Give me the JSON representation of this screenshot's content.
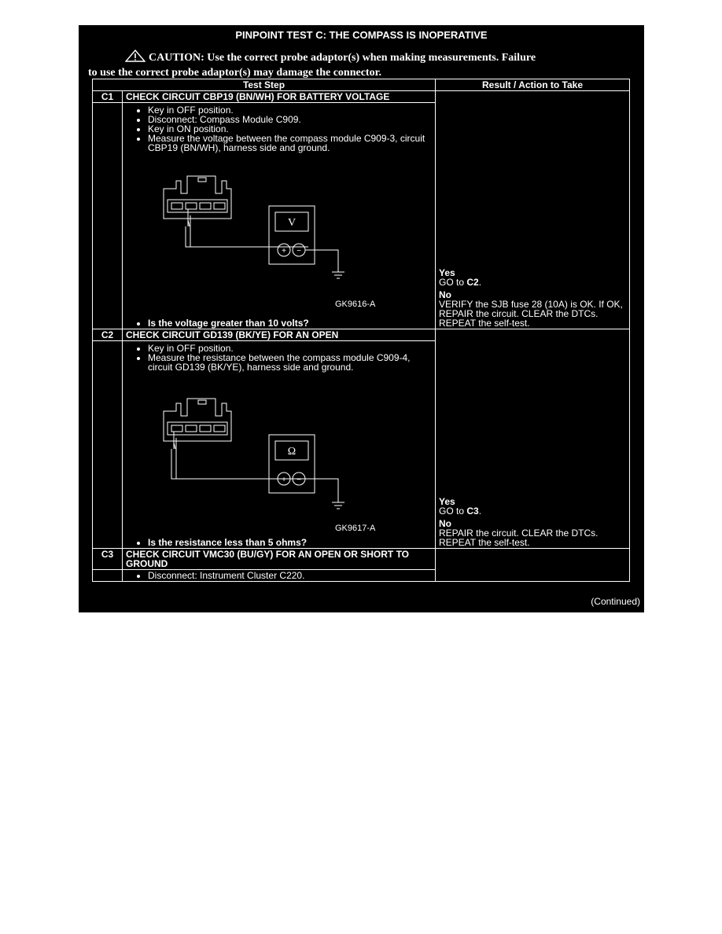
{
  "title": "PINPOINT TEST C: THE COMPASS IS INOPERATIVE",
  "caution": {
    "line1": "CAUTION: Use the correct probe adaptor(s) when making measurements. Failure",
    "line2": "to use the correct probe adaptor(s) may damage the connector."
  },
  "table": {
    "header_step": "Test Step",
    "header_result": "Result / Action to Take"
  },
  "c1": {
    "id": "C1",
    "heading": "CHECK CIRCUIT CBP19 (BN/WH) FOR BATTERY VOLTAGE",
    "bullets": [
      "Key in OFF position.",
      "Disconnect: Compass Module C909.",
      "Key in ON position.",
      "Measure the voltage between the compass module C909-3, circuit CBP19 (BN/WH), harness side and ground."
    ],
    "meter_symbol": "V",
    "figure_id": "GK9616-A",
    "question": "Is the voltage greater than 10 volts?",
    "yes_label": "Yes",
    "yes_text": "GO to",
    "yes_target": "C2",
    "no_label": "No",
    "no_text": "VERIFY the SJB fuse 28 (10A) is OK. If OK, REPAIR the circuit. CLEAR the DTCs. REPEAT the self-test."
  },
  "c2": {
    "id": "C2",
    "heading": "CHECK CIRCUIT GD139 (BK/YE) FOR AN OPEN",
    "bullets": [
      "Key in OFF position.",
      "Measure the resistance between the compass module C909-4, circuit GD139 (BK/YE), harness side and ground."
    ],
    "meter_symbol": "Ω",
    "figure_id": "GK9617-A",
    "question": "Is the resistance less than 5 ohms?",
    "yes_label": "Yes",
    "yes_text": "GO to",
    "yes_target": "C3",
    "no_label": "No",
    "no_text": "REPAIR the circuit. CLEAR the DTCs. REPEAT the self-test."
  },
  "c3": {
    "id": "C3",
    "heading": "CHECK CIRCUIT VMC30 (BU/GY) FOR AN OPEN OR SHORT TO GROUND",
    "bullets": [
      "Disconnect: Instrument Cluster C220."
    ]
  },
  "continued": "(Continued)"
}
